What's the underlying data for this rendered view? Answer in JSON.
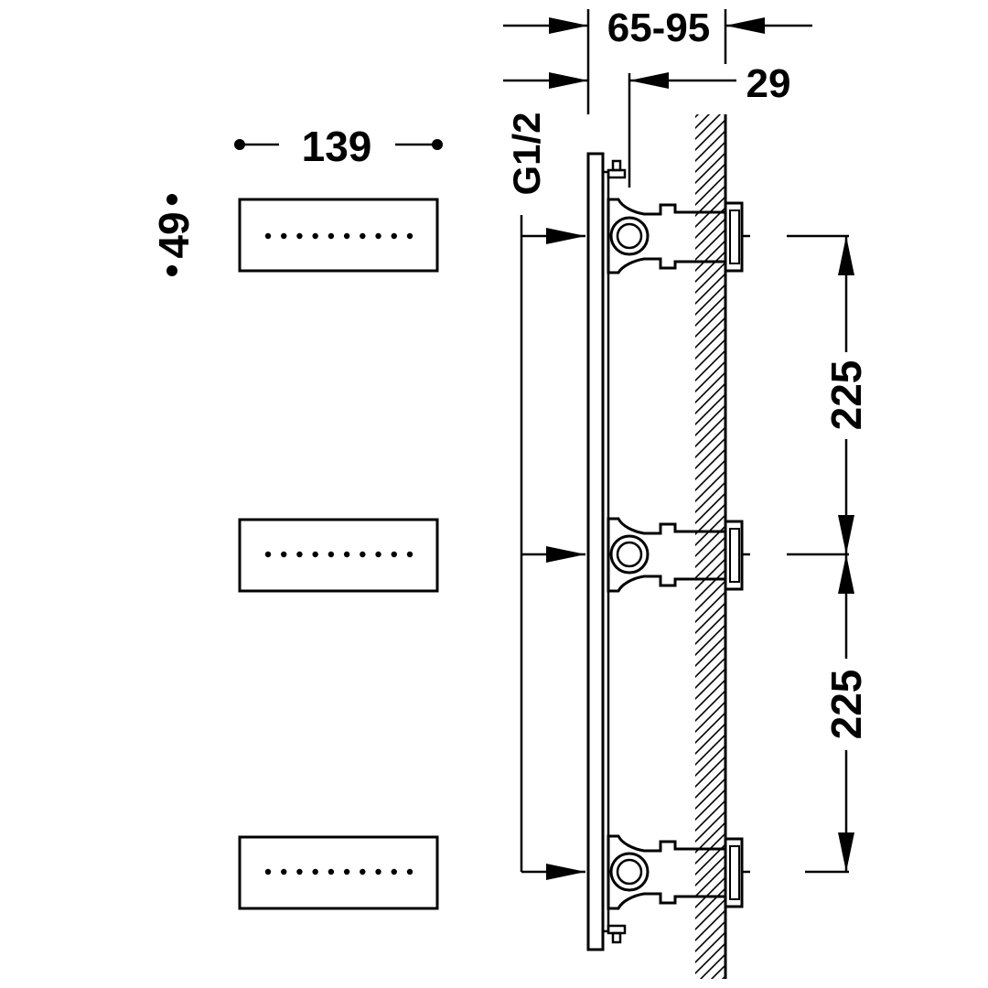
{
  "dimensions": {
    "depth_range": "65-95",
    "wall_offset": "29",
    "thread": "G1/2",
    "jet_width": "139",
    "jet_height": "49",
    "spacing_upper": "225",
    "spacing_lower": "225"
  },
  "shower_jets": [
    {
      "nozzle_count": 10
    },
    {
      "nozzle_count": 10
    },
    {
      "nozzle_count": 10
    }
  ],
  "colors": {
    "line": "#000000",
    "background": "#ffffff"
  }
}
